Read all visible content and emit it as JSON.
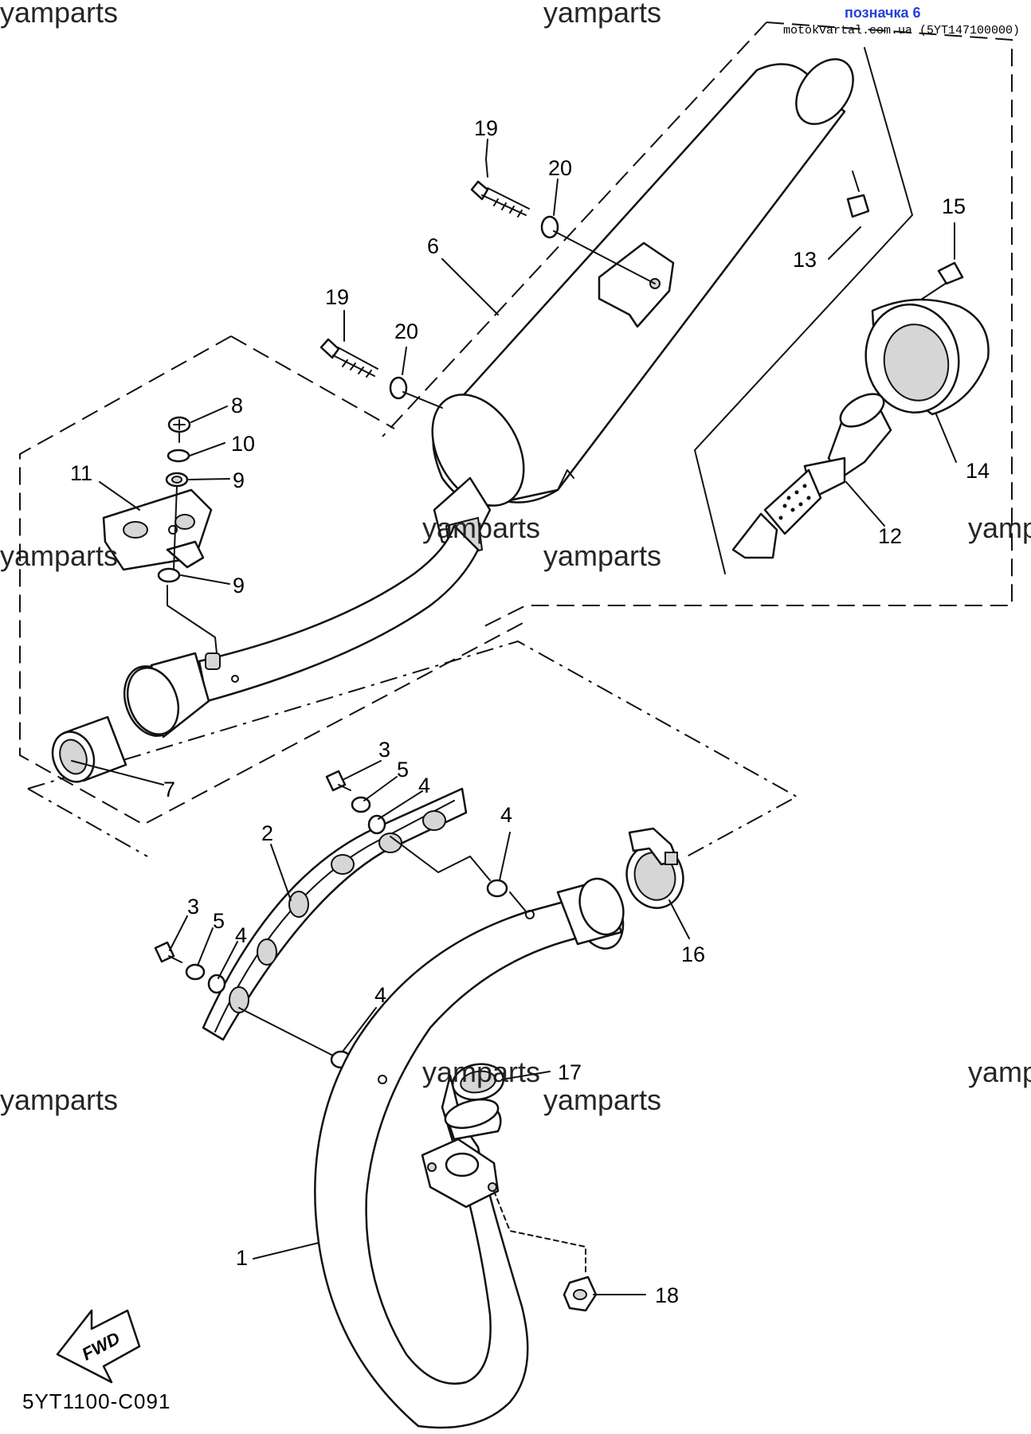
{
  "header": {
    "label": "позначка 6",
    "source": "motokvartal.com.ua (5YT147100000)"
  },
  "watermark": "yamparts",
  "diagram_code": "5YT1100-C091",
  "fwd_label": "FWD",
  "callouts": {
    "c1": "1",
    "c2": "2",
    "c3a": "3",
    "c3b": "3",
    "c4a": "4",
    "c4b": "4",
    "c4c": "4",
    "c4d": "4",
    "c5a": "5",
    "c5b": "5",
    "c6": "6",
    "c7": "7",
    "c8": "8",
    "c9a": "9",
    "c9b": "9",
    "c10": "10",
    "c11": "11",
    "c12": "12",
    "c13": "13",
    "c14": "14",
    "c15": "15",
    "c16": "16",
    "c17": "17",
    "c18": "18",
    "c19a": "19",
    "c19b": "19",
    "c20a": "20",
    "c20b": "20"
  }
}
